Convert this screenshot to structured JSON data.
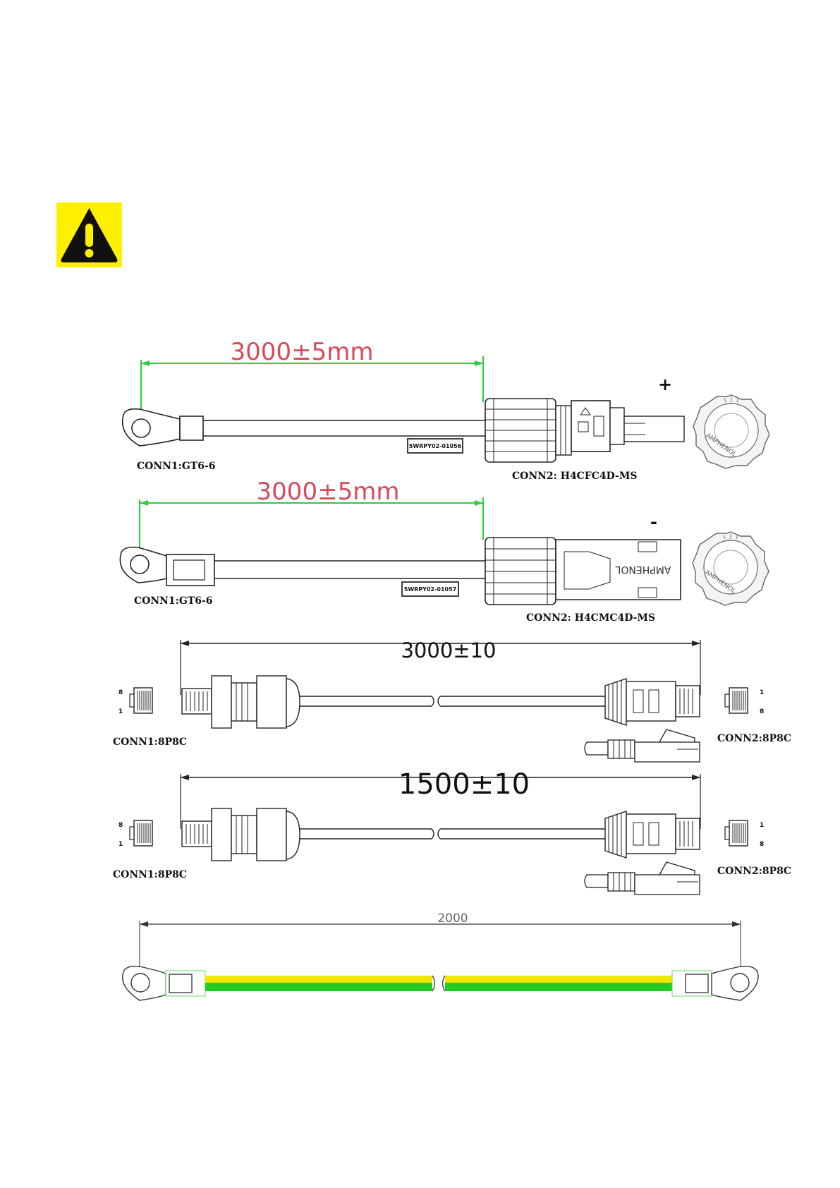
{
  "icons": {
    "warning": "warning-triangle-icon"
  },
  "colors": {
    "warning_bg": "#ffef00",
    "dimension_red": "#d64a5a",
    "dimension_green": "#2ecc40",
    "earth_yellow": "#f2e600",
    "earth_green": "#22cc22"
  },
  "cable_positive": {
    "length": "3000±5mm",
    "conn1": "CONN1:GT6-6",
    "tag": "5WRPY02-01056",
    "conn2": "CONN2: H4CFC4D-MS",
    "polarity": "+",
    "logo": "AMPHENOL"
  },
  "cable_negative": {
    "length": "3000±5mm",
    "conn1": "CONN1:GT6-6",
    "tag": "5WRPY02-01057",
    "conn2": "CONN2: H4CMC4D-MS",
    "polarity": "-",
    "brand": "AMPHENOL",
    "logo": "AMPHENOL"
  },
  "comm_cable_1": {
    "length": "3000±10",
    "conn1": "CONN1:8P8C",
    "conn2": "CONN2:8P8C",
    "pin_top_left": "8",
    "pin_bottom_left": "1",
    "pin_top_right": "1",
    "pin_bottom_right": "8"
  },
  "comm_cable_2": {
    "length": "1500±10",
    "conn1": "CONN1:8P8C",
    "conn2": "CONN2:8P8C",
    "pin_top_left": "8",
    "pin_bottom_left": "1",
    "pin_top_right": "1",
    "pin_bottom_right": "8"
  },
  "earth_cable": {
    "length": "2000"
  }
}
